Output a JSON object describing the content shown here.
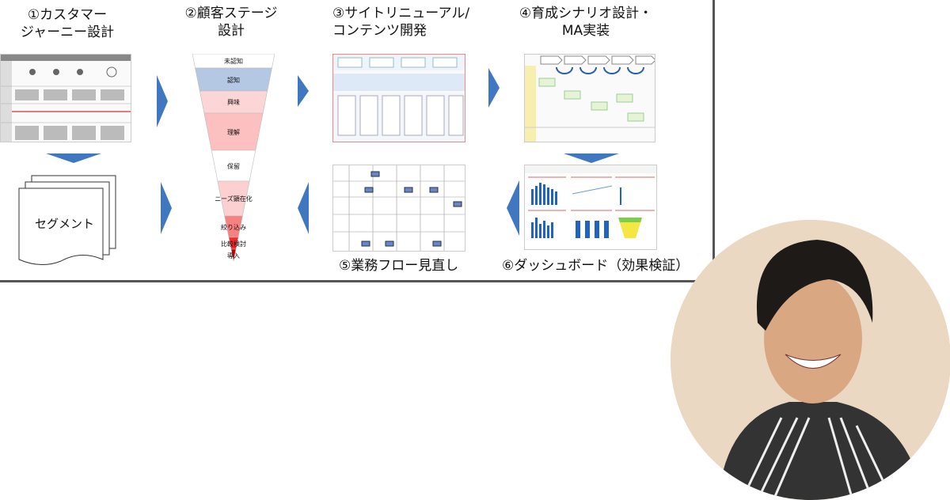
{
  "steps": [
    {
      "title_l1": "①カスタマー",
      "title_l2": "ジャーニー設計"
    },
    {
      "title_l1": "②顧客ステージ",
      "title_l2": "設計"
    },
    {
      "title_l1": "③サイトリニューアル/",
      "title_l2": "コンテンツ開発"
    },
    {
      "title_l1": "④育成シナリオ設計・",
      "title_l2": "MA実装"
    },
    {
      "title": "⑤業務フロー見直し"
    },
    {
      "title": "⑥ダッシュボード（効果検証）"
    }
  ],
  "segment_label": "セグメント",
  "funnel": {
    "stages": [
      {
        "label": "未認知",
        "color": "#ffffff"
      },
      {
        "label": "認知",
        "color": "#b4c7e3"
      },
      {
        "label": "興味",
        "color": "#fcd6d6"
      },
      {
        "label": "理解",
        "color": "#fcc0c0"
      },
      {
        "label": "保留",
        "color": "#ffffff"
      },
      {
        "label": "ニーズ顕在化",
        "color": "#fcd0d0"
      },
      {
        "label": "絞り込み",
        "color": "#f78080"
      },
      {
        "label": "比較検討",
        "color": "#f22a2a"
      },
      {
        "label": "導入",
        "color": "#c00000"
      }
    ]
  },
  "colors": {
    "arrow": "#3f78c0",
    "border": "#555555"
  }
}
